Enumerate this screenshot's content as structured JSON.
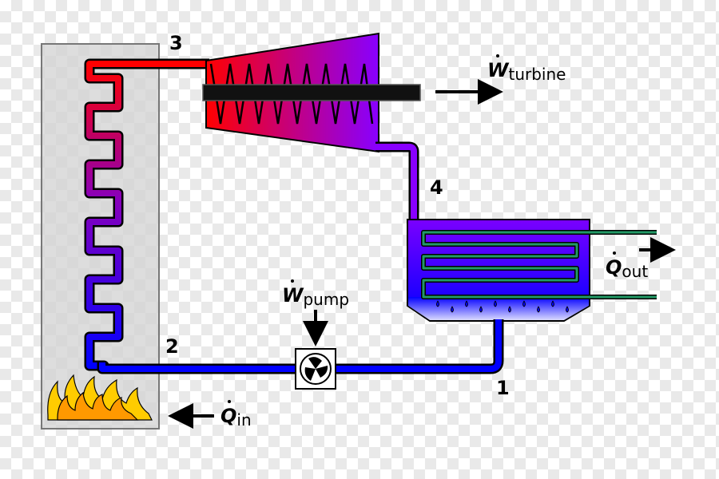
{
  "labels": {
    "state_1": "1",
    "state_2": "2",
    "state_3": "3",
    "state_4": "4"
  },
  "energy": {
    "w_turbine": {
      "symbol": "W",
      "sub": "turbine"
    },
    "w_pump": {
      "symbol": "W",
      "sub": "pump"
    },
    "q_out": {
      "symbol": "Q",
      "sub": "out"
    },
    "q_in": {
      "symbol": "Q",
      "sub": "in"
    }
  },
  "colors": {
    "hot": "#ff0000",
    "mid": "#8800ff",
    "cold": "#0000ff",
    "flame_outer": "#ffcc00",
    "flame_inner": "#ff9900",
    "cooling_pipe": "#229966"
  }
}
